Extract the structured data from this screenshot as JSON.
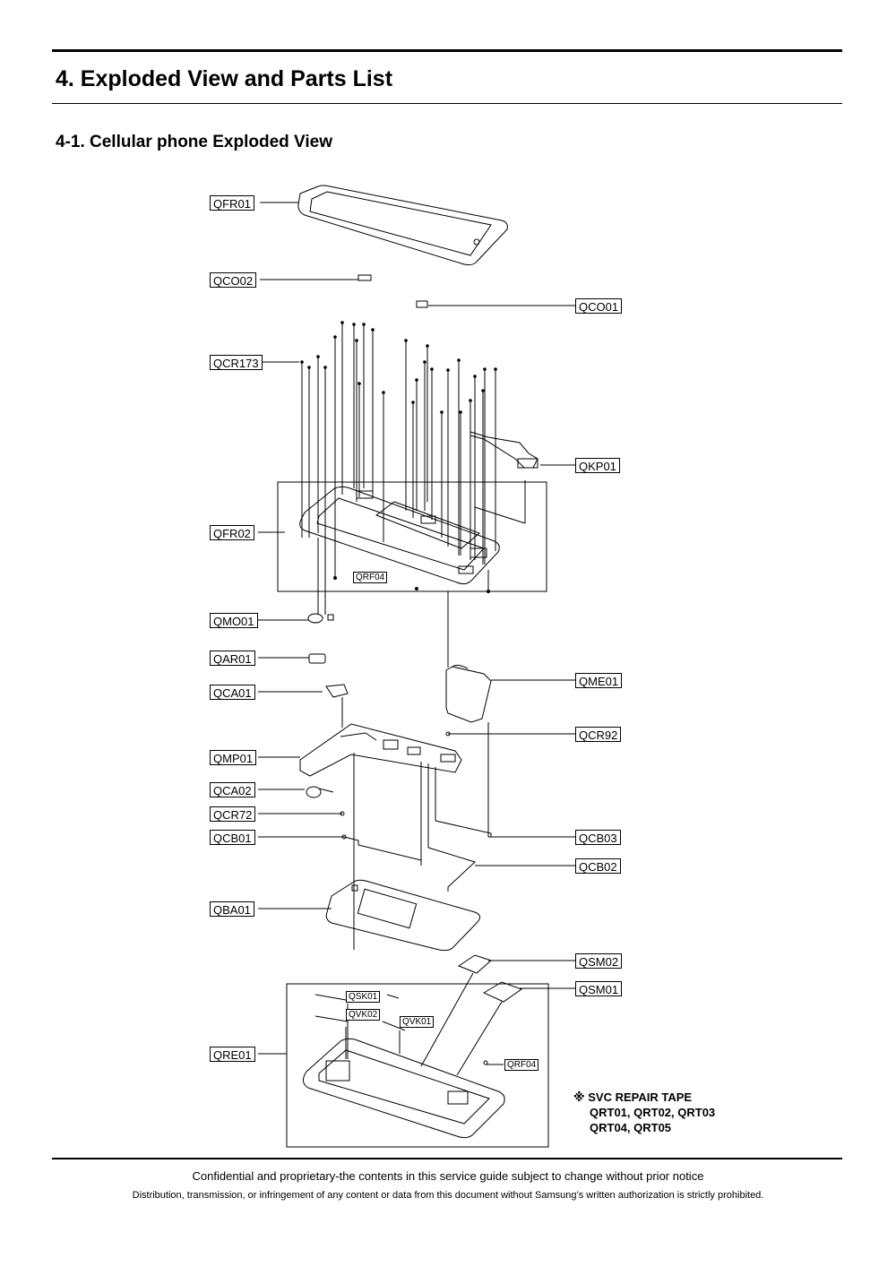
{
  "heading": "4. Exploded View and Parts List",
  "subheading": "4-1. Cellular phone Exploded View",
  "labels": {
    "QFR01": "QFR01",
    "QCO02": "QCO02",
    "QCO01": "QCO01",
    "QCR173": "QCR173",
    "QKP01": "QKP01",
    "QFR02": "QFR02",
    "QRF04a": "QRF04",
    "QMO01": "QMO01",
    "QAR01": "QAR01",
    "QCA01": "QCA01",
    "QME01": "QME01",
    "QCR92": "QCR92",
    "QMP01": "QMP01",
    "QCA02": "QCA02",
    "QCR72": "QCR72",
    "QCB01": "QCB01",
    "QCB03": "QCB03",
    "QCB02": "QCB02",
    "QBA01": "QBA01",
    "QSM02": "QSM02",
    "QSM01": "QSM01",
    "QSK01": "QSK01",
    "QVK02": "QVK02",
    "QVK01": "QVK01",
    "QRE01": "QRE01",
    "QRF04b": "QRF04"
  },
  "note": {
    "line1": "※ SVC REPAIR TAPE",
    "line2": "QRT01, QRT02, QRT03",
    "line3": "QRT04, QRT05"
  },
  "footer": {
    "line1": "Confidential and proprietary-the contents in this service guide subject to change without prior notice",
    "line2": "Distribution, transmission, or infringement of any content or data from this document without Samsung’s written authorization is strictly prohibited."
  }
}
